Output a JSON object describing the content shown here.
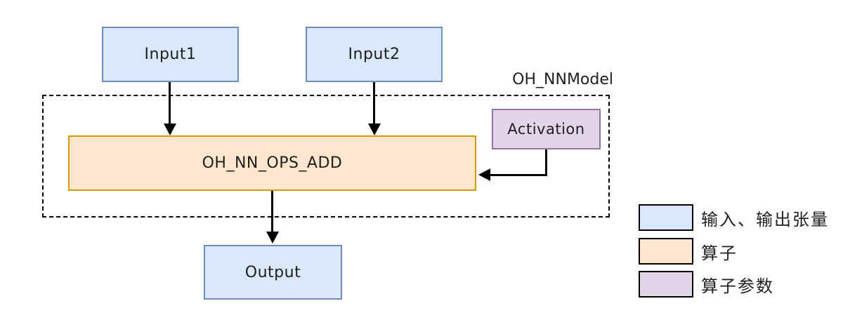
{
  "diagram": {
    "model_label": "OH_NNModel",
    "nodes": {
      "input1": {
        "label": "Input1",
        "type": "tensor"
      },
      "input2": {
        "label": "Input2",
        "type": "tensor"
      },
      "operator": {
        "label": "OH_NN_OPS_ADD",
        "type": "operator"
      },
      "activation": {
        "label": "Activation",
        "type": "param"
      },
      "output": {
        "label": "Output",
        "type": "tensor"
      }
    },
    "edges": [
      {
        "from": "input1",
        "to": "operator",
        "direction": "down"
      },
      {
        "from": "input2",
        "to": "operator",
        "direction": "down"
      },
      {
        "from": "operator",
        "to": "output",
        "direction": "down"
      },
      {
        "from": "activation",
        "to": "operator",
        "direction": "down-then-left"
      }
    ],
    "colors": {
      "tensor_fill": "#dae8fc",
      "tensor_stroke": "#6c8ebf",
      "operator_fill": "#ffe6cc",
      "operator_stroke": "#d79b00",
      "param_fill": "#e1d5e7",
      "param_stroke": "#9673a6",
      "edge": "#000000",
      "boundary": "#000000"
    }
  },
  "legend": {
    "items": [
      {
        "label": "输入、输出张量",
        "swatch": "tensor"
      },
      {
        "label": "算子",
        "swatch": "operator"
      },
      {
        "label": "算子参数",
        "swatch": "param"
      }
    ]
  }
}
